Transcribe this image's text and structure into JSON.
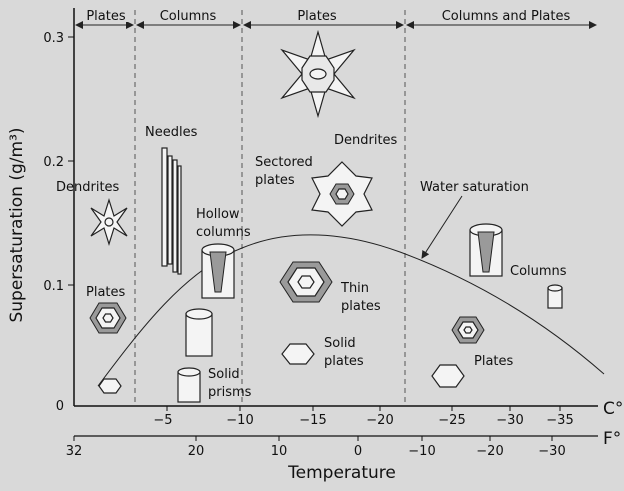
{
  "axes": {
    "y_label": "Supersaturation (g/m³)",
    "x_label": "Temperature",
    "celsius_unit": "C°",
    "fahrenheit_unit": "F°",
    "y_ticks": [
      "0",
      "0.1",
      "0.2",
      "0.3"
    ],
    "celsius_ticks": [
      "−5",
      "−10",
      "−15",
      "−20",
      "−25",
      "−30",
      "−35"
    ],
    "fahrenheit_ticks": [
      "32",
      "20",
      "10",
      "0",
      "−10",
      "−20",
      "−30"
    ]
  },
  "bands": [
    "Plates",
    "Columns",
    "Plates",
    "Columns and Plates"
  ],
  "curve_label": "Water saturation",
  "crystal_labels": {
    "dendrites_left": "Dendrites",
    "plates_left": "Plates",
    "needles": "Needles",
    "hollow_1": "Hollow",
    "hollow_2": "columns",
    "solid_prisms_1": "Solid",
    "solid_prisms_2": "prisms",
    "dendrites_top": "Dendrites",
    "sectored_1": "Sectored",
    "sectored_2": "plates",
    "thin_1": "Thin",
    "thin_2": "plates",
    "solid_plates_1": "Solid",
    "solid_plates_2": "plates",
    "columns_right": "Columns",
    "plates_right": "Plates"
  }
}
